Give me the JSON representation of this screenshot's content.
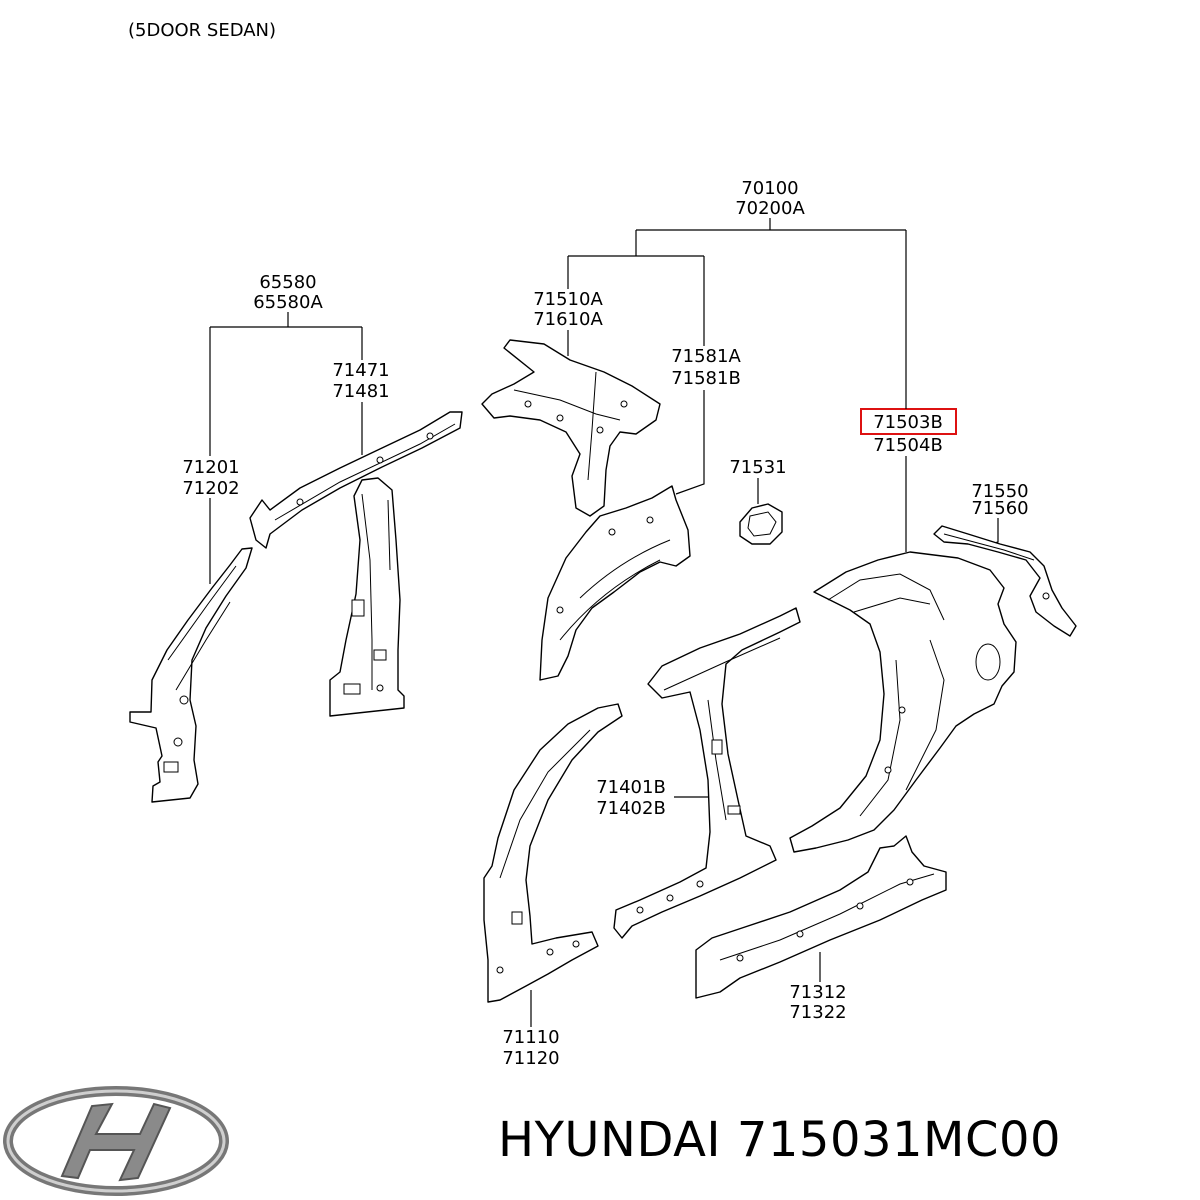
{
  "header": {
    "variant": "(5DOOR SEDAN)"
  },
  "callouts": {
    "c70100": [
      "70100",
      "70200A"
    ],
    "c65580": [
      "65580",
      "65580A"
    ],
    "c71510": [
      "71510A",
      "71610A"
    ],
    "c71581": [
      "71581A",
      "71581B"
    ],
    "c71471": [
      "71471",
      "71481"
    ],
    "c71503": [
      "71503B",
      "71504B"
    ],
    "c71201": [
      "71201",
      "71202"
    ],
    "c71531": [
      "71531"
    ],
    "c71550": [
      "71550",
      "71560"
    ],
    "c71401": [
      "71401B",
      "71402B"
    ],
    "c71312": [
      "71312",
      "71322"
    ],
    "c71110": [
      "71110",
      "71120"
    ]
  },
  "highlight": {
    "part": "71503B",
    "color": "#dd1111"
  },
  "logo": {
    "icon": "hyundai-logo-icon"
  },
  "footer": {
    "brand_part": "HYUNDAI 715031MC00"
  }
}
